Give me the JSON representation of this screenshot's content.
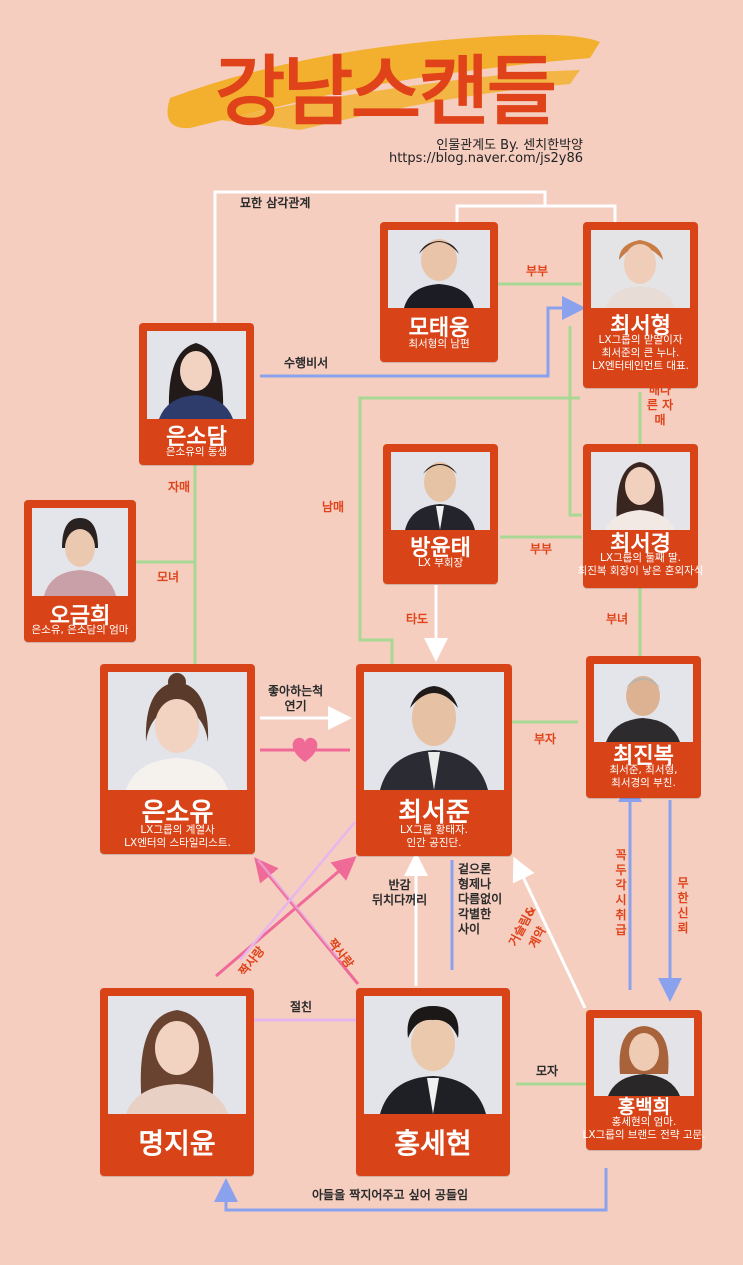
{
  "header": {
    "title": "강남스캔들",
    "credit": "인물관계도  By. 센치한박양",
    "url": "https://blog.naver.com/js2y86",
    "colors": {
      "title": "#e0431a",
      "brush": "#f2b02e",
      "card": "#d84418",
      "background": "#f5cec0"
    }
  },
  "characters": {
    "mo_taeung": {
      "name": "모태웅",
      "desc": [
        "최서형의 남편"
      ]
    },
    "choi_seohyung": {
      "name": "최서형",
      "desc": [
        "LX그룹의 맏딸이자",
        "최서준의 큰 누나.",
        "LX엔터테인먼트 대표."
      ]
    },
    "eun_sodam": {
      "name": "은소담",
      "desc": [
        "은소유의 동생"
      ]
    },
    "oh_geumhee": {
      "name": "오금희",
      "desc": [
        "은소유, 은소담의 엄마"
      ]
    },
    "bang_yuntae": {
      "name": "방윤태",
      "desc": [
        "LX 부회장"
      ]
    },
    "choi_seokyung": {
      "name": "최서경",
      "desc": [
        "LX그룹의 둘째 딸.",
        "최진복 회장이 낳은 혼외자식"
      ]
    },
    "eun_soyu": {
      "name": "은소유",
      "desc": [
        "LX그룹의 계열사",
        "LX엔터의 스타일리스트."
      ]
    },
    "choi_seojun": {
      "name": "최서준",
      "desc": [
        "LX그룹 황태자.",
        "인간 공진단."
      ]
    },
    "choi_jinbok": {
      "name": "최진복",
      "desc": [
        "최서준, 최서형,",
        "최서경의 부친."
      ]
    },
    "myung_jiyun": {
      "name": "명지윤",
      "desc": []
    },
    "hong_sehyun": {
      "name": "홍세현",
      "desc": []
    },
    "hong_baekhee": {
      "name": "홍백희",
      "desc": [
        "홍세현의 엄마.",
        "LX그룹의 브랜드 전략 고문."
      ]
    }
  },
  "relations": {
    "love_triangle": "묘한 삼각관계",
    "couple_top": "부부",
    "secretary": "수행비서",
    "half_sister": "배다른 자매",
    "sisters": "자매",
    "mother_daughter": "모녀",
    "siblings": "남매",
    "couple_mid": "부부",
    "father_daughter": "부녀",
    "target": "타도",
    "fake_love": [
      "좋아하는척",
      "연기"
    ],
    "father_son": "부자",
    "hostility": [
      "반감",
      "뒤치다꺼리"
    ],
    "close_as_brothers": [
      "겉으론",
      "형제나",
      "다름없이",
      "각별한",
      "사이"
    ],
    "contract": [
      "거슬림&",
      "계약"
    ],
    "trust_one": "꼭두각시 취급",
    "trust_two": "무한신뢰",
    "crush_left": "짝사랑",
    "crush_right": "짝사랑",
    "best_friend": "절친",
    "mother_son": "모자",
    "matchmaking": "아들을 짝지어주고 싶어 공들임"
  }
}
